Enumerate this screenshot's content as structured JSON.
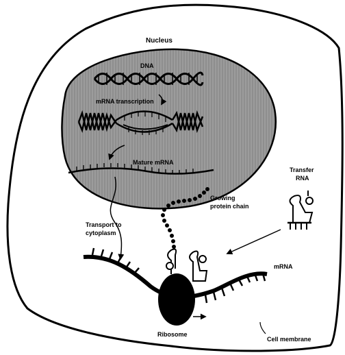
{
  "diagram": {
    "labels": {
      "nucleus": "Nucleus",
      "dna": "DNA",
      "transcription": "mRNA transcription",
      "mature_mrna": "Mature mRNA",
      "transport_line1": "Transport to",
      "transport_line2": "cytoplasm",
      "growing_line1": "Growing",
      "growing_line2": "protein chain",
      "trna_line1": "Transfer",
      "trna_line2": "RNA",
      "mrna": "mRNA",
      "ribosome": "Ribosome",
      "cell_membrane": "Cell membrane"
    },
    "colors": {
      "ink": "#000000",
      "nucleus_fill": "#9a9a9a",
      "background": "#ffffff"
    }
  }
}
